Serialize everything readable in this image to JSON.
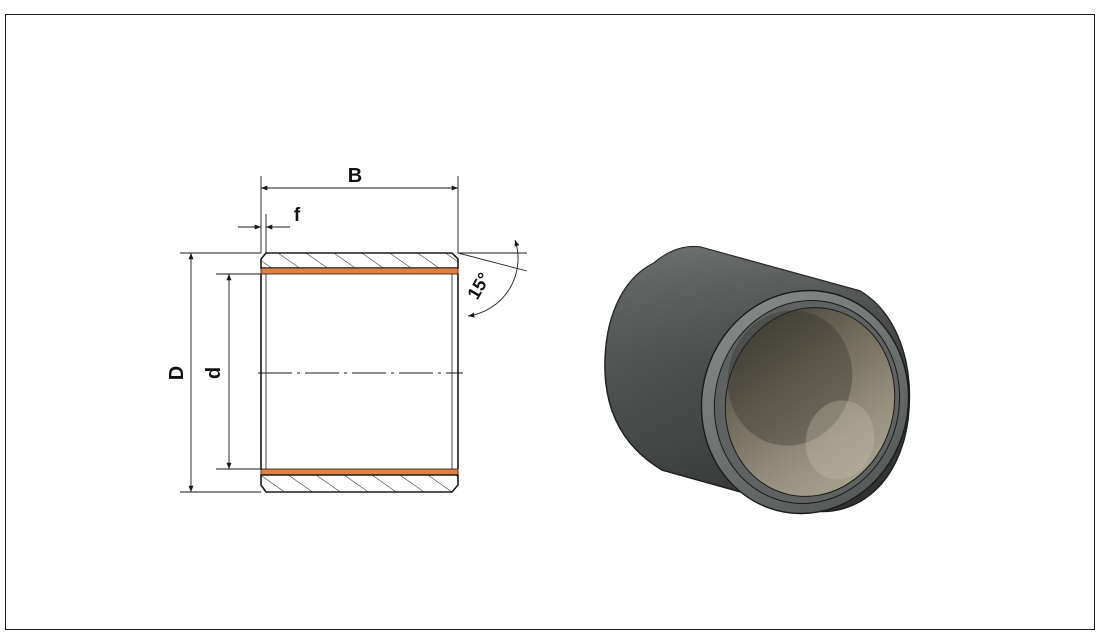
{
  "labels": {
    "outer_width": "B",
    "chamfer": "f",
    "outer_diameter": "D",
    "inner_diameter": "d",
    "chamfer_angle": "15°"
  },
  "colors": {
    "frame": "#1a1a1a",
    "line": "#1a1a1a",
    "liner": "#e57f3c",
    "shell_dark": "#3f4241",
    "shell_mid": "#6b6e6c",
    "shell_light": "#9a9d9b",
    "bore_liner": "#8d8576"
  }
}
